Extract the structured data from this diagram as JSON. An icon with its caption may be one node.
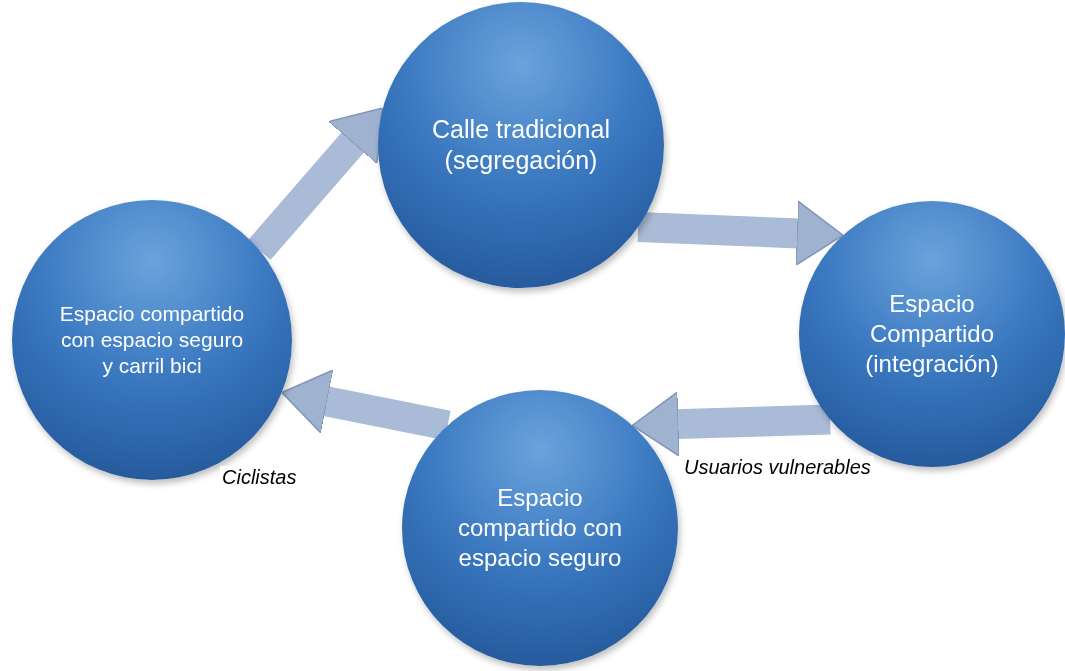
{
  "diagram": {
    "nodes": [
      {
        "text": [
          "Calle tradicional (segregación)"
        ]
      },
      {
        "text": [
          "Espacio Compartido (integración)"
        ]
      },
      {
        "text": [
          "Espacio compartido con espacio seguro"
        ]
      },
      {
        "text": [
          "Espacio compartido con espacio seguro y carril bici"
        ]
      }
    ],
    "edges": [
      {
        "from": 3,
        "to": 0,
        "arrow": "to"
      },
      {
        "from": 0,
        "to": 1,
        "arrow": "to"
      },
      {
        "from": 1,
        "to": 2,
        "arrow": "to",
        "label": "Usuarios vulnerables"
      },
      {
        "from": 2,
        "to": 3,
        "arrow": "to",
        "label": "Ciclistas"
      }
    ]
  }
}
